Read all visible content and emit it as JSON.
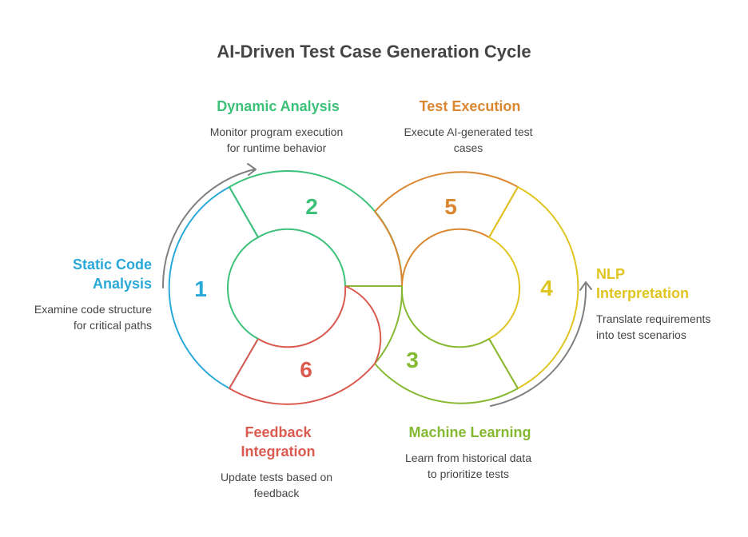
{
  "title": "AI-Driven Test Case Generation Cycle",
  "colors": {
    "s1": "#28a9d8",
    "s2": "#3cc178",
    "s3": "#86b932",
    "s4": "#e0c41f",
    "s5": "#db8630",
    "s6": "#db5a50",
    "arrow": "#808080"
  },
  "steps": [
    {
      "number": "1",
      "label": "Static Code Analysis",
      "label_lines": [
        "Static Code",
        "Analysis"
      ],
      "description_lines": [
        "Examine code structure",
        "for critical paths"
      ]
    },
    {
      "number": "2",
      "label": "Dynamic Analysis",
      "label_lines": [
        "Dynamic Analysis"
      ],
      "description_lines": [
        "Monitor program execution",
        "for runtime behavior"
      ]
    },
    {
      "number": "3",
      "label": "Machine Learning",
      "label_lines": [
        "Machine Learning"
      ],
      "description_lines": [
        "Learn from historical data",
        "to prioritize tests"
      ]
    },
    {
      "number": "4",
      "label": "NLP Interpretation",
      "label_lines": [
        "NLP",
        "Interpretation"
      ],
      "description_lines": [
        "Translate requirements",
        "into test scenarios"
      ]
    },
    {
      "number": "5",
      "label": "Test Execution",
      "label_lines": [
        "Test Execution"
      ],
      "description_lines": [
        "Execute AI-generated test",
        "cases"
      ]
    },
    {
      "number": "6",
      "label": "Feedback Integration",
      "label_lines": [
        "Feedback",
        "Integration"
      ],
      "description_lines": [
        "Update tests based on",
        "feedback"
      ]
    }
  ],
  "icons": [
    "cycle-arrow-left-icon",
    "cycle-arrow-right-icon"
  ]
}
